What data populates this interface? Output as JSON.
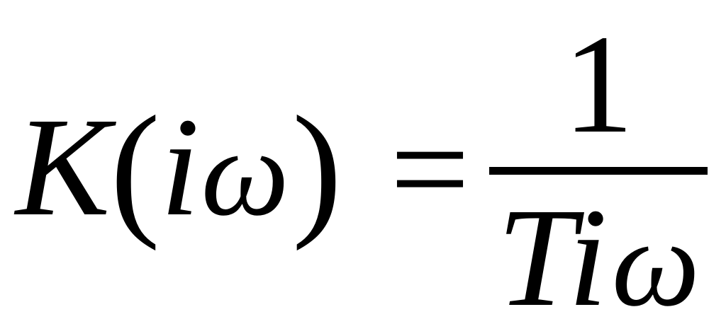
{
  "formula": {
    "lhs": {
      "function": "K",
      "open_paren": "(",
      "imag_unit": "i",
      "omega": "ω",
      "close_paren": ")"
    },
    "equals": "=",
    "numerator": "1",
    "denominator": {
      "time_constant": "T",
      "imag_unit": "i",
      "omega": "ω"
    }
  }
}
